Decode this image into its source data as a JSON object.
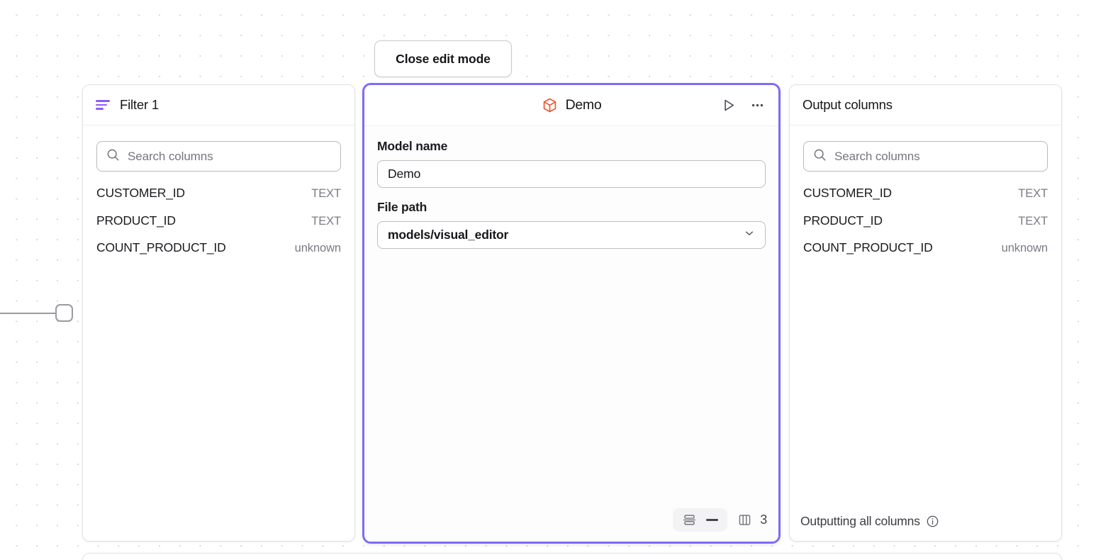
{
  "toolbar": {
    "close_edit_mode_label": "Close edit mode"
  },
  "filter_panel": {
    "title": "Filter 1",
    "icon": "filter-icon",
    "accent_color": "#8b5cf6",
    "search": {
      "placeholder": "Search columns",
      "value": "",
      "icon": "search-icon"
    },
    "columns": [
      {
        "name": "CUSTOMER_ID",
        "type": "TEXT"
      },
      {
        "name": "PRODUCT_ID",
        "type": "TEXT"
      },
      {
        "name": "COUNT_PRODUCT_ID",
        "type": "unknown"
      }
    ]
  },
  "model_panel": {
    "title": "Demo",
    "icon": "cube-icon",
    "icon_color": "#e8542f",
    "border_color": "#7c6cf5",
    "actions": {
      "run_icon": "play-icon",
      "more_icon": "ellipsis-icon"
    },
    "fields": {
      "model_name_label": "Model name",
      "model_name_value": "Demo",
      "file_path_label": "File path",
      "file_path_value": "models/visual_editor",
      "file_path_chevron": "chevron-down-icon"
    },
    "footer": {
      "rows_icon": "rows-icon",
      "rows_value": "—",
      "columns_icon": "columns-icon",
      "columns_count": "3"
    }
  },
  "output_panel": {
    "title": "Output columns",
    "search": {
      "placeholder": "Search columns",
      "value": "",
      "icon": "search-icon"
    },
    "columns": [
      {
        "name": "CUSTOMER_ID",
        "type": "TEXT"
      },
      {
        "name": "PRODUCT_ID",
        "type": "TEXT"
      },
      {
        "name": "COUNT_PRODUCT_ID",
        "type": "unknown"
      }
    ],
    "footer_text": "Outputting all columns",
    "footer_icon": "info-icon"
  }
}
